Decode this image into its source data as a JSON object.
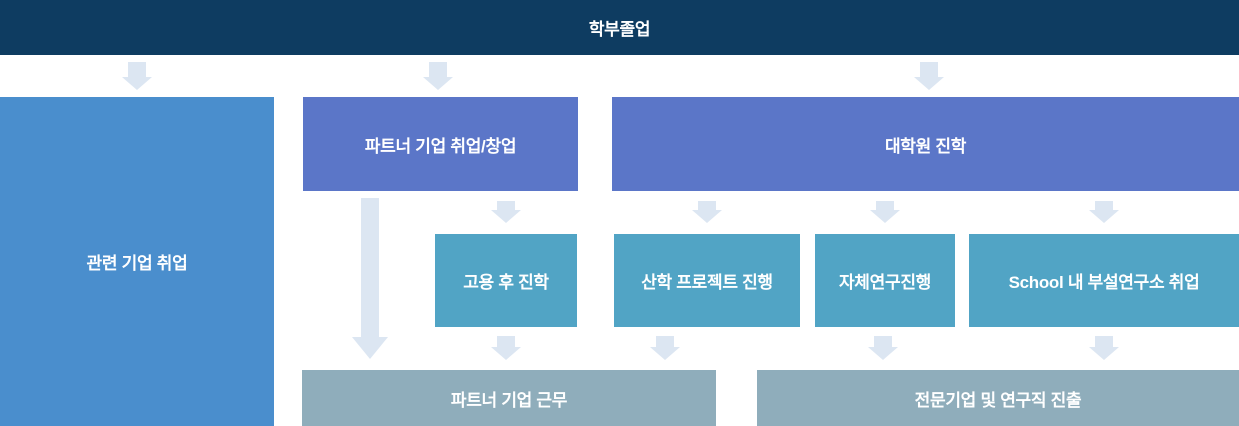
{
  "colors": {
    "header_bg": "#0e3c61",
    "primary_blue": "#4a8ecd",
    "purple_blue": "#5b76c8",
    "teal": "#51a4c5",
    "slate_gray_blue": "#8fadbb",
    "arrow": "#dce6f2",
    "text": "#ffffff",
    "background": "#ffffff"
  },
  "flowchart": {
    "root": {
      "label": "학부졸업"
    },
    "level1": {
      "related_company_job": {
        "label": "관련 기업 취업"
      },
      "partner_company_job": {
        "label": "파트너 기업 취업/창업"
      },
      "grad_school": {
        "label": "대학원 진학"
      }
    },
    "level2": {
      "study_after_employment": {
        "label": "고용 후 진학"
      },
      "industry_academia_project": {
        "label": "산학 프로젝트 진행"
      },
      "self_research": {
        "label": "자체연구진행"
      },
      "school_institute_job": {
        "label": "School 내 부설연구소 취업"
      }
    },
    "level3": {
      "partner_company_work": {
        "label": "파트너 기업 근무"
      },
      "professional_research_career": {
        "label": "전문기업 및 연구직 진출"
      }
    }
  }
}
